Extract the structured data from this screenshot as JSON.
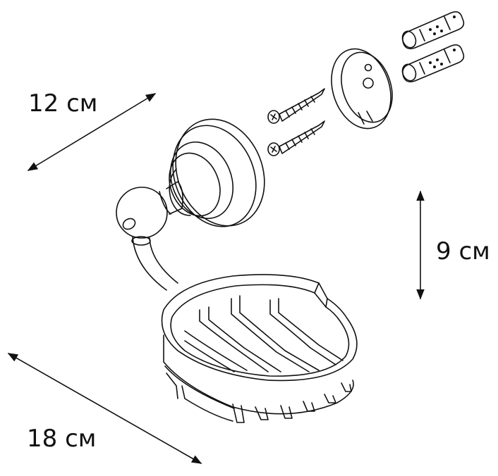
{
  "dimensions": {
    "width": "12 см",
    "height": "9 см",
    "depth": "18 см"
  },
  "colors": {
    "stroke": "#111111",
    "background": "#ffffff"
  }
}
